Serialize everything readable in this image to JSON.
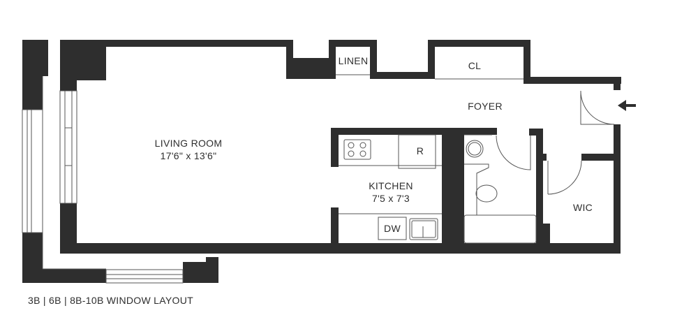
{
  "floorplan": {
    "rooms": {
      "living_room": {
        "name": "LIVING ROOM",
        "dimensions": "17'6\" x 13'6\""
      },
      "kitchen": {
        "name": "KITCHEN",
        "dimensions": "7'5 x 7'3"
      },
      "foyer": {
        "name": "FOYER"
      },
      "linen": {
        "name": "LINEN"
      },
      "closet": {
        "name": "CL"
      },
      "walk_in_closet": {
        "name": "WIC"
      }
    },
    "appliances": {
      "refrigerator": "R",
      "dishwasher": "DW"
    },
    "entry_icon": "arrow-left-icon",
    "caption": "3B | 6B | 8B-10B WINDOW LAYOUT",
    "colors": {
      "wall": "#2e2e2e",
      "line": "#555555",
      "background": "#ffffff"
    }
  }
}
